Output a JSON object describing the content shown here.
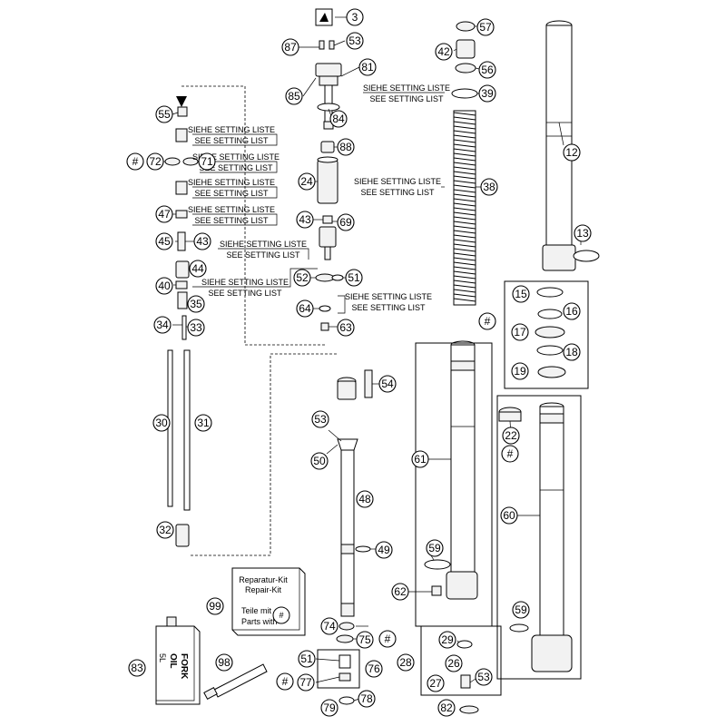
{
  "diagram": {
    "setting_label": {
      "de": "SIEHE SETTING LISTE",
      "en": "SEE SETTING LIST"
    },
    "repair_kit": {
      "line1": "Reparatur-Kit",
      "line2": "Repair-Kit",
      "line3": "Teile mit",
      "line4": "Parts with",
      "symbol": "#"
    },
    "fork_oil": {
      "line1": "FORK",
      "line2": "OIL",
      "line3": "5L"
    },
    "callouts": [
      {
        "id": "c3",
        "num": "3"
      },
      {
        "id": "c87",
        "num": "87"
      },
      {
        "id": "c53a",
        "num": "53"
      },
      {
        "id": "c81",
        "num": "81"
      },
      {
        "id": "c85",
        "num": "85"
      },
      {
        "id": "c84",
        "num": "84"
      },
      {
        "id": "c88",
        "num": "88"
      },
      {
        "id": "c24",
        "num": "24"
      },
      {
        "id": "c43a",
        "num": "43"
      },
      {
        "id": "c69",
        "num": "69"
      },
      {
        "id": "c52",
        "num": "52"
      },
      {
        "id": "c51a",
        "num": "51"
      },
      {
        "id": "c64",
        "num": "64"
      },
      {
        "id": "c63",
        "num": "63"
      },
      {
        "id": "c55",
        "num": "55"
      },
      {
        "id": "c72",
        "num": "72"
      },
      {
        "id": "c71",
        "num": "71"
      },
      {
        "id": "c47",
        "num": "47"
      },
      {
        "id": "c45",
        "num": "45"
      },
      {
        "id": "c43b",
        "num": "43"
      },
      {
        "id": "c44",
        "num": "44"
      },
      {
        "id": "c40",
        "num": "40"
      },
      {
        "id": "c35",
        "num": "35"
      },
      {
        "id": "c34",
        "num": "34"
      },
      {
        "id": "c33",
        "num": "33"
      },
      {
        "id": "c30",
        "num": "30"
      },
      {
        "id": "c31",
        "num": "31"
      },
      {
        "id": "c32",
        "num": "32"
      },
      {
        "id": "c57",
        "num": "57"
      },
      {
        "id": "c42",
        "num": "42"
      },
      {
        "id": "c56",
        "num": "56"
      },
      {
        "id": "c39",
        "num": "39"
      },
      {
        "id": "c38",
        "num": "38"
      },
      {
        "id": "c12",
        "num": "12"
      },
      {
        "id": "c13",
        "num": "13"
      },
      {
        "id": "c15",
        "num": "15"
      },
      {
        "id": "c16",
        "num": "16"
      },
      {
        "id": "c17",
        "num": "17"
      },
      {
        "id": "c18",
        "num": "18"
      },
      {
        "id": "c19",
        "num": "19"
      },
      {
        "id": "c54",
        "num": "54"
      },
      {
        "id": "c53b",
        "num": "53"
      },
      {
        "id": "c50",
        "num": "50"
      },
      {
        "id": "c48",
        "num": "48"
      },
      {
        "id": "c49",
        "num": "49"
      },
      {
        "id": "c61",
        "num": "61"
      },
      {
        "id": "c59a",
        "num": "59"
      },
      {
        "id": "c62",
        "num": "62"
      },
      {
        "id": "c22",
        "num": "22"
      },
      {
        "id": "c60",
        "num": "60"
      },
      {
        "id": "c59b",
        "num": "59"
      },
      {
        "id": "c99",
        "num": "99"
      },
      {
        "id": "c83",
        "num": "83"
      },
      {
        "id": "c98",
        "num": "98"
      },
      {
        "id": "c74",
        "num": "74"
      },
      {
        "id": "c75",
        "num": "75"
      },
      {
        "id": "c51b",
        "num": "51"
      },
      {
        "id": "c77",
        "num": "77"
      },
      {
        "id": "c76",
        "num": "76"
      },
      {
        "id": "c79",
        "num": "79"
      },
      {
        "id": "c78",
        "num": "78"
      },
      {
        "id": "c29",
        "num": "29"
      },
      {
        "id": "c26",
        "num": "26"
      },
      {
        "id": "c28",
        "num": "28"
      },
      {
        "id": "c27",
        "num": "27"
      },
      {
        "id": "c53c",
        "num": "53"
      },
      {
        "id": "c82",
        "num": "82"
      }
    ],
    "hash_marks": [
      "#",
      "#",
      "#",
      "#",
      "#",
      "#"
    ]
  }
}
